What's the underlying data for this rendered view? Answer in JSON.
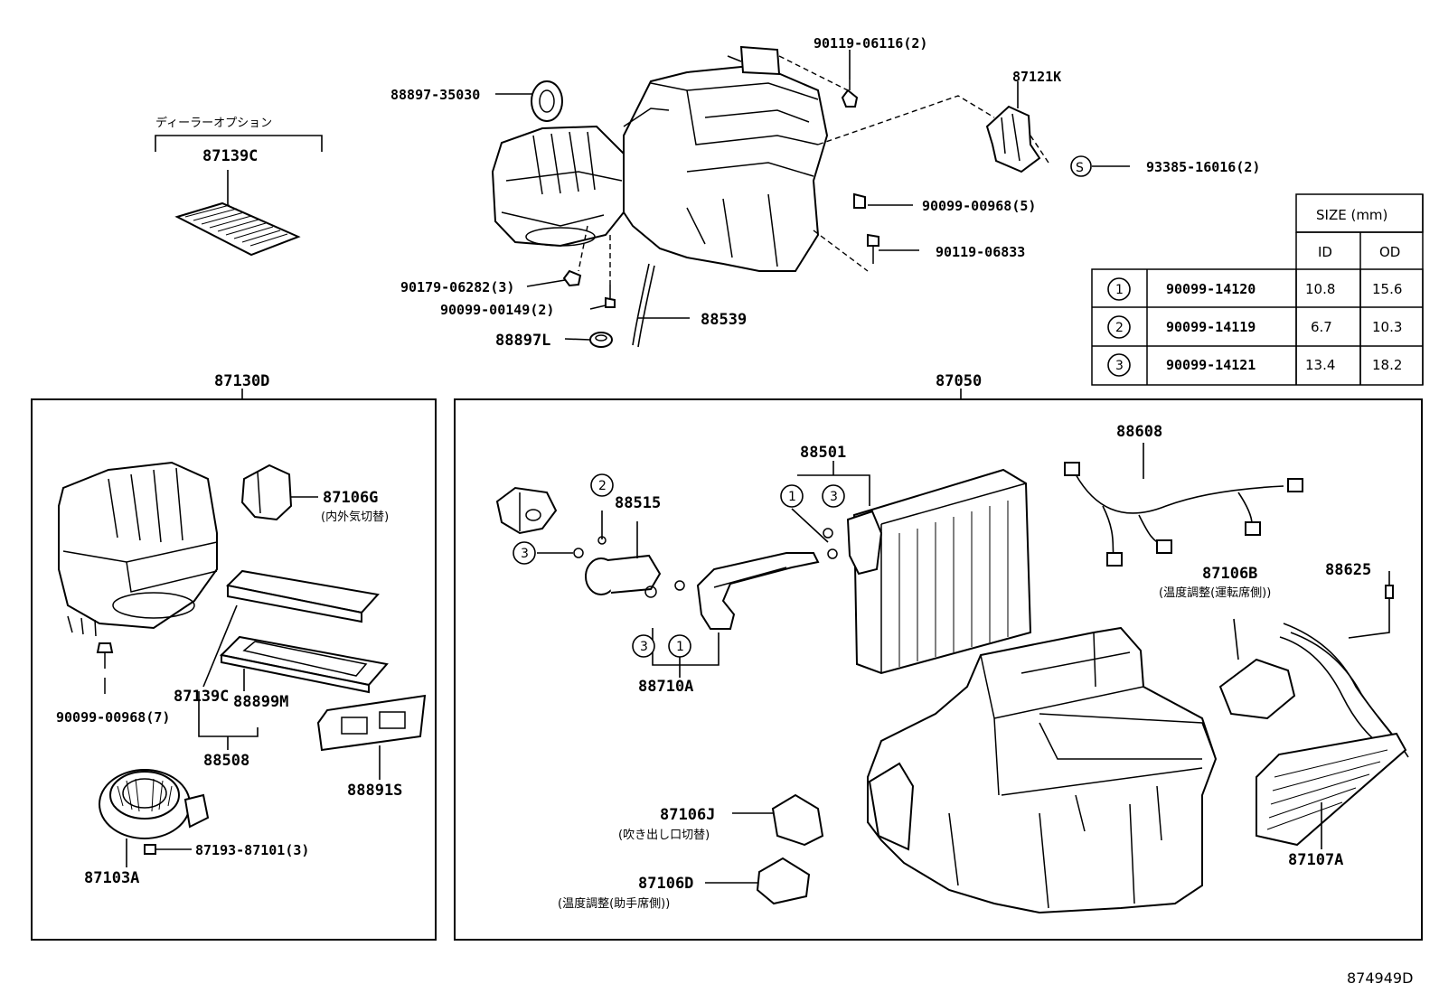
{
  "callouts": {
    "p90119_06116": "90119-06116(2)",
    "p88897_35030": "88897-35030",
    "p87121K": "87121K",
    "dealer_option": "ディーラーオプション",
    "p87139C_top": "87139C",
    "p93385_16016": "93385-16016(2)",
    "p90099_00968_5": "90099-00968(5)",
    "p90119_06833": "90119-06833",
    "p90179_06282": "90179-06282(3)",
    "p90099_00149": "90099-00149(2)",
    "p88539": "88539",
    "p88897L": "88897L",
    "p87130D": "87130D",
    "p87050": "87050",
    "p87106G": "87106G",
    "p87106G_note": "(内外気切替)",
    "p87139C": "87139C",
    "p88899M": "88899M",
    "p88508": "88508",
    "p90099_00968_7": "90099-00968(7)",
    "p88891S": "88891S",
    "p87193_87101": "87193-87101(3)",
    "p87103A": "87103A",
    "p88501": "88501",
    "p88608": "88608",
    "p88515": "88515",
    "p88710A": "88710A",
    "p87106B": "87106B",
    "p87106B_note": "(温度調整(運転席側))",
    "p88625": "88625",
    "p87106J": "87106J",
    "p87106J_note": "(吹き出し口切替)",
    "p87106D": "87106D",
    "p87106D_note": "(温度調整(助手席側))",
    "p87107A": "87107A",
    "s_symbol": "S",
    "n1": "1",
    "n2": "2",
    "n3": "3"
  },
  "size_table": {
    "header": "SIZE (mm)",
    "col_id": "ID",
    "col_od": "OD",
    "rows": [
      {
        "mark": "1",
        "part": "90099-14120",
        "id": "10.8",
        "od": "15.6"
      },
      {
        "mark": "2",
        "part": "90099-14119",
        "id": "6.7",
        "od": "10.3"
      },
      {
        "mark": "3",
        "part": "90099-14121",
        "id": "13.4",
        "od": "18.2"
      }
    ]
  },
  "diagram_code": "874949D"
}
